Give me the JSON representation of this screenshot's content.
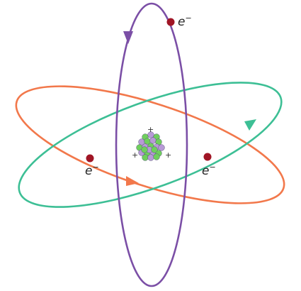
{
  "colors": {
    "orbit_vertical": "#7b4fa6",
    "orbit_orange": "#f2784b",
    "orbit_green": "#3dbf95",
    "electron": "#a01525",
    "proton": "#b79ad6",
    "neutron": "#6fcf5c",
    "background": "#ffffff"
  },
  "electrons": [
    {
      "label": "e",
      "charge_sign": "−"
    },
    {
      "label": "e",
      "charge_sign": "−"
    },
    {
      "label": "e",
      "charge_sign": "−"
    }
  ],
  "nucleus": {
    "charge_marks": [
      "+",
      "+",
      "+"
    ]
  }
}
